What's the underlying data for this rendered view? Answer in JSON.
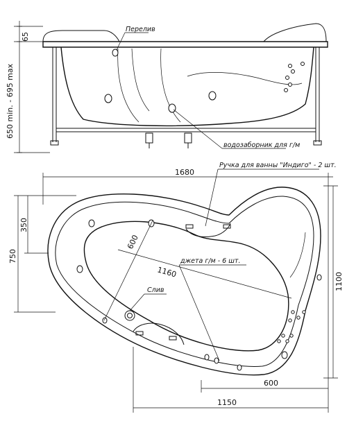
{
  "elevation": {
    "dimensions": {
      "rim": "65",
      "height": "650 min. - 695 max"
    },
    "callouts": {
      "overflow": "Перелив",
      "water_intake": "водозаборник для г/м"
    }
  },
  "plan": {
    "dimensions": {
      "total_width": "1680",
      "total_depth": "1100",
      "depth_short": "750",
      "offset_350": "350",
      "inner_length": "1160",
      "inner_width": "600",
      "bottom_600": "600",
      "bottom_1150": "1150"
    },
    "callouts": {
      "handles": "Ручка для ванны \"Индиго\" - 2 шт.",
      "jets": "джета г/м - 6 шт.",
      "drain": "Слив"
    }
  }
}
